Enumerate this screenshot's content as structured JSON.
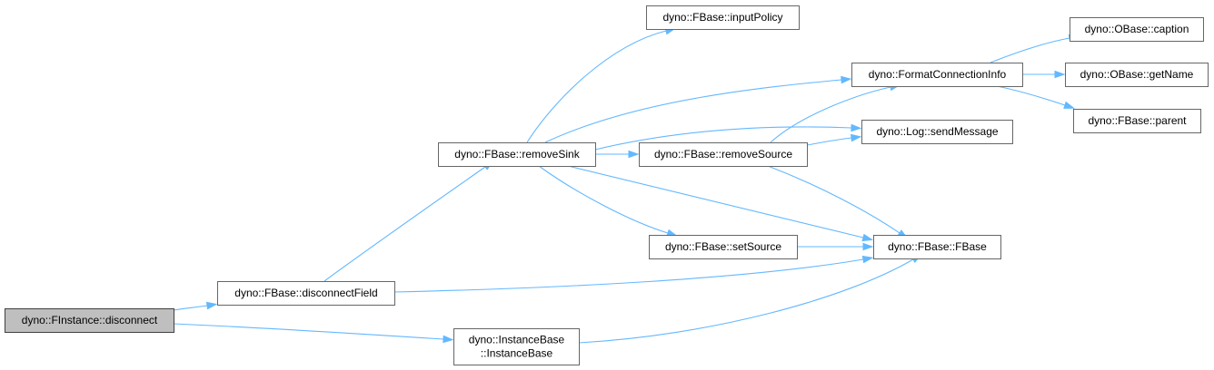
{
  "graph": {
    "nodes": [
      {
        "id": "n0",
        "lines": [
          "dyno::FInstance::disconnect"
        ],
        "root": true
      },
      {
        "id": "n1",
        "lines": [
          "dyno::FBase::disconnectField"
        ]
      },
      {
        "id": "n2",
        "lines": [
          "dyno::InstanceBase",
          "::InstanceBase"
        ]
      },
      {
        "id": "n3",
        "lines": [
          "dyno::FBase::removeSink"
        ]
      },
      {
        "id": "n4",
        "lines": [
          "dyno::FBase::FBase"
        ]
      },
      {
        "id": "n5",
        "lines": [
          "dyno::FBase::inputPolicy"
        ]
      },
      {
        "id": "n6",
        "lines": [
          "dyno::FormatConnectionInfo"
        ]
      },
      {
        "id": "n7",
        "lines": [
          "dyno::Log::sendMessage"
        ]
      },
      {
        "id": "n8",
        "lines": [
          "dyno::FBase::removeSource"
        ]
      },
      {
        "id": "n9",
        "lines": [
          "dyno::FBase::setSource"
        ]
      },
      {
        "id": "n10",
        "lines": [
          "dyno::OBase::caption"
        ]
      },
      {
        "id": "n11",
        "lines": [
          "dyno::OBase::getName"
        ]
      },
      {
        "id": "n12",
        "lines": [
          "dyno::FBase::parent"
        ]
      }
    ],
    "edges": [
      {
        "from": "n0",
        "to": "n1"
      },
      {
        "from": "n0",
        "to": "n2"
      },
      {
        "from": "n1",
        "to": "n3"
      },
      {
        "from": "n1",
        "to": "n4"
      },
      {
        "from": "n2",
        "to": "n4"
      },
      {
        "from": "n3",
        "to": "n5"
      },
      {
        "from": "n3",
        "to": "n6"
      },
      {
        "from": "n3",
        "to": "n7"
      },
      {
        "from": "n3",
        "to": "n8"
      },
      {
        "from": "n3",
        "to": "n9"
      },
      {
        "from": "n3",
        "to": "n4"
      },
      {
        "from": "n8",
        "to": "n6"
      },
      {
        "from": "n8",
        "to": "n7"
      },
      {
        "from": "n8",
        "to": "n4"
      },
      {
        "from": "n9",
        "to": "n4"
      },
      {
        "from": "n6",
        "to": "n10"
      },
      {
        "from": "n6",
        "to": "n11"
      },
      {
        "from": "n6",
        "to": "n12"
      }
    ]
  }
}
